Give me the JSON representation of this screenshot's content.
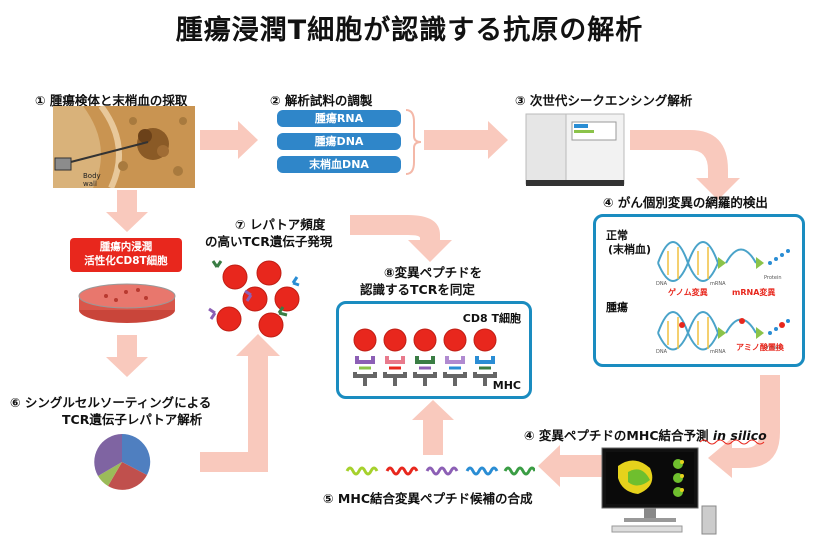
{
  "title": "腫瘍浸潤T細胞が認識する抗原の解析",
  "steps": {
    "s1": "① 腫瘍検体と末梢血の採取",
    "s2": "② 解析試料の調製",
    "s3": "③ 次世代シークエンシング解析",
    "s4": "④ がん個別変異の網羅的検出",
    "s5": "⑤ MHC結合変異ペプチド候補の合成",
    "s6a": "⑥ シングルセルソーティングによる",
    "s6b": "TCR遺伝子レパトア解析",
    "s7a": "⑦ レパトア頻度",
    "s7b": "の高いTCR遺伝子発現",
    "s8a": "⑧変異ペプチドを",
    "s8b": "認識するTCRを同定",
    "s9_prefix": "④ 変異ペプチドのMHC結合予測 ",
    "s9_italic": "in silico"
  },
  "samples": [
    "腫瘍RNA",
    "腫瘍DNA",
    "末梢血DNA"
  ],
  "til_box": {
    "line1": "腫瘍内浸潤",
    "line2": "活性化CD8T細胞"
  },
  "tissue": {
    "body_wall": "Body\nwall"
  },
  "mutation_panel": {
    "normal_label": "正常",
    "normal_sub": "(末梢血)",
    "tumor_label": "腫瘍",
    "genome_mut": "ゲノム変異",
    "mrna_mut": "mRNA変異",
    "aa_sub": "アミノ酸置換",
    "dna": "DNA",
    "mrna": "mRNA",
    "protein": "Protein"
  },
  "tcr_panel": {
    "cd8_label": "CD8 T細胞",
    "mhc_label": "MHC"
  },
  "colors": {
    "arrow": "#f9c9bd",
    "accent_blue": "#1a8cc0",
    "pill_blue": "#2f86c9",
    "red_cell": "#e8271d"
  }
}
